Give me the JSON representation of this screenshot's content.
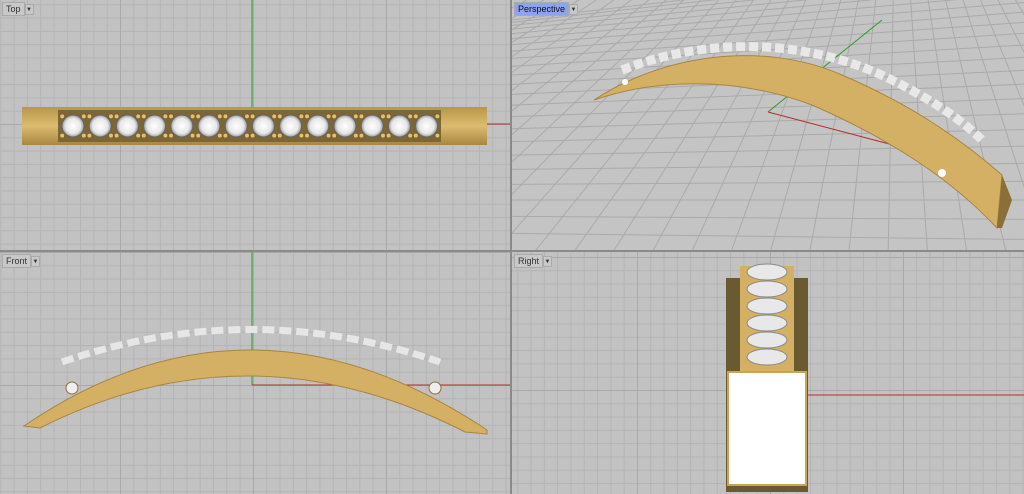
{
  "viewports": [
    {
      "label": "Top",
      "active": false
    },
    {
      "label": "Perspective",
      "active": true
    },
    {
      "label": "Front",
      "active": false
    },
    {
      "label": "Right",
      "active": false
    }
  ],
  "menu_icon": "triangle-down",
  "colors": {
    "gold": "#c9a456",
    "x_axis": "#b03030",
    "y_axis": "#2a9a2a",
    "active_label": "#8aa4f0"
  }
}
